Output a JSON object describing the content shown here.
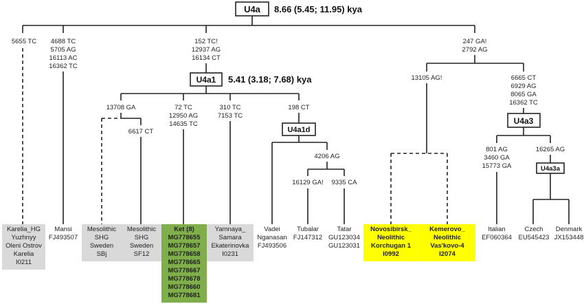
{
  "root": {
    "label": "U4a",
    "age": "8.66 (5.45; 11.95) kya"
  },
  "u4a1": {
    "label": "U4a1",
    "age": "5.41 (3.18; 7.68) kya"
  },
  "u4a1d": {
    "label": "U4a1d"
  },
  "u4a3": {
    "label": "U4a3"
  },
  "u4a3a": {
    "label": "U4a3a"
  },
  "mutations": {
    "karelia": [
      "5655 TC"
    ],
    "mansi": [
      "4688 TC",
      "5705 AG",
      "16113 AC",
      "16362 TC"
    ],
    "u4a1": [
      "152 TC!",
      "12937 AG",
      "16134 CT"
    ],
    "east": [
      "247 GA!",
      "2792 AG"
    ],
    "shg": [
      "13708 GA"
    ],
    "sf12": [
      "6617 CT"
    ],
    "ket": [
      "72 TC",
      "12950 AG",
      "14635 TC"
    ],
    "yamnaya": [
      "310 TC",
      "7153 TC"
    ],
    "u4a1d": [
      "198 CT"
    ],
    "tub_tat": [
      "4206 AG"
    ],
    "tubalar": [
      "16129 GA!"
    ],
    "tatar": [
      "9335 CA"
    ],
    "neolithic": [
      "13105 AG!"
    ],
    "u4a3": [
      "6665 CT",
      "6929 AG",
      "8065 GA",
      "16362 TC"
    ],
    "italian": [
      "801 AG",
      "3460 GA",
      "15773 GA"
    ],
    "u4a3a": [
      "16265 AG"
    ]
  },
  "leaves": [
    {
      "id": "karelia",
      "style": "grey",
      "lines": [
        "Karelia_HG",
        "Yuzhnyy",
        "Oleni Ostrov",
        "Karelia",
        "I0211"
      ]
    },
    {
      "id": "mansi",
      "style": "plain",
      "lines": [
        "Mansi",
        "FJ493507"
      ]
    },
    {
      "id": "sbj",
      "style": "grey",
      "lines": [
        "Mesolithic",
        "SHG",
        "Sweden",
        "SBj"
      ]
    },
    {
      "id": "sf12",
      "style": "grey",
      "lines": [
        "Mesolithic",
        "SHG",
        "Sweden",
        "SF12"
      ]
    },
    {
      "id": "ket",
      "style": "green",
      "lines": [
        "Ket (8)",
        "MG778655",
        "MG778657",
        "MG778658",
        "MG778665",
        "MG778667",
        "MG778678",
        "MG778660",
        "MG778681"
      ]
    },
    {
      "id": "yamnaya",
      "style": "grey",
      "lines": [
        "Yamnaya_",
        "Samara",
        "Ekaterinovka",
        "I0231"
      ]
    },
    {
      "id": "vadei",
      "style": "plain",
      "lines": [
        "Vadei",
        "Nganasan",
        "FJ493506"
      ]
    },
    {
      "id": "tubalar",
      "style": "plain",
      "lines": [
        "Tubalar",
        "FJ147312"
      ]
    },
    {
      "id": "tatar",
      "style": "plain",
      "lines": [
        "Tatar",
        "GU123034",
        "GU123031"
      ]
    },
    {
      "id": "novosibirsk",
      "style": "yellow",
      "lines": [
        "Novosibirsk_",
        "Neolithic",
        "Korchugan 1",
        "I0992"
      ]
    },
    {
      "id": "kemerovo",
      "style": "yellow",
      "lines": [
        "Kemerovo_",
        "Neolithic",
        "Vas'kovo-4",
        "I2074"
      ]
    },
    {
      "id": "italian",
      "style": "plain",
      "lines": [
        "Italian",
        "EF060364"
      ]
    },
    {
      "id": "czech",
      "style": "plain",
      "lines": [
        "Czech",
        "EU545423"
      ]
    },
    {
      "id": "denmark",
      "style": "plain",
      "lines": [
        "Denmark",
        "JX153448"
      ]
    }
  ]
}
